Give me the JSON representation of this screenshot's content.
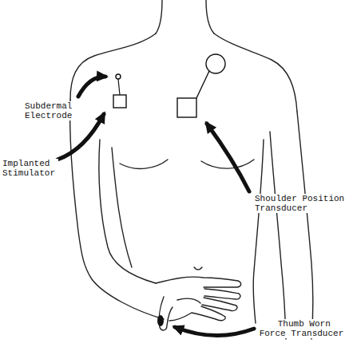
{
  "diagram": {
    "labels": [
      "Subdermal Electrode",
      "Implanted Stimulator",
      "Shoulder Position Transducer",
      "Thumb Worn Force Transducer"
    ]
  }
}
